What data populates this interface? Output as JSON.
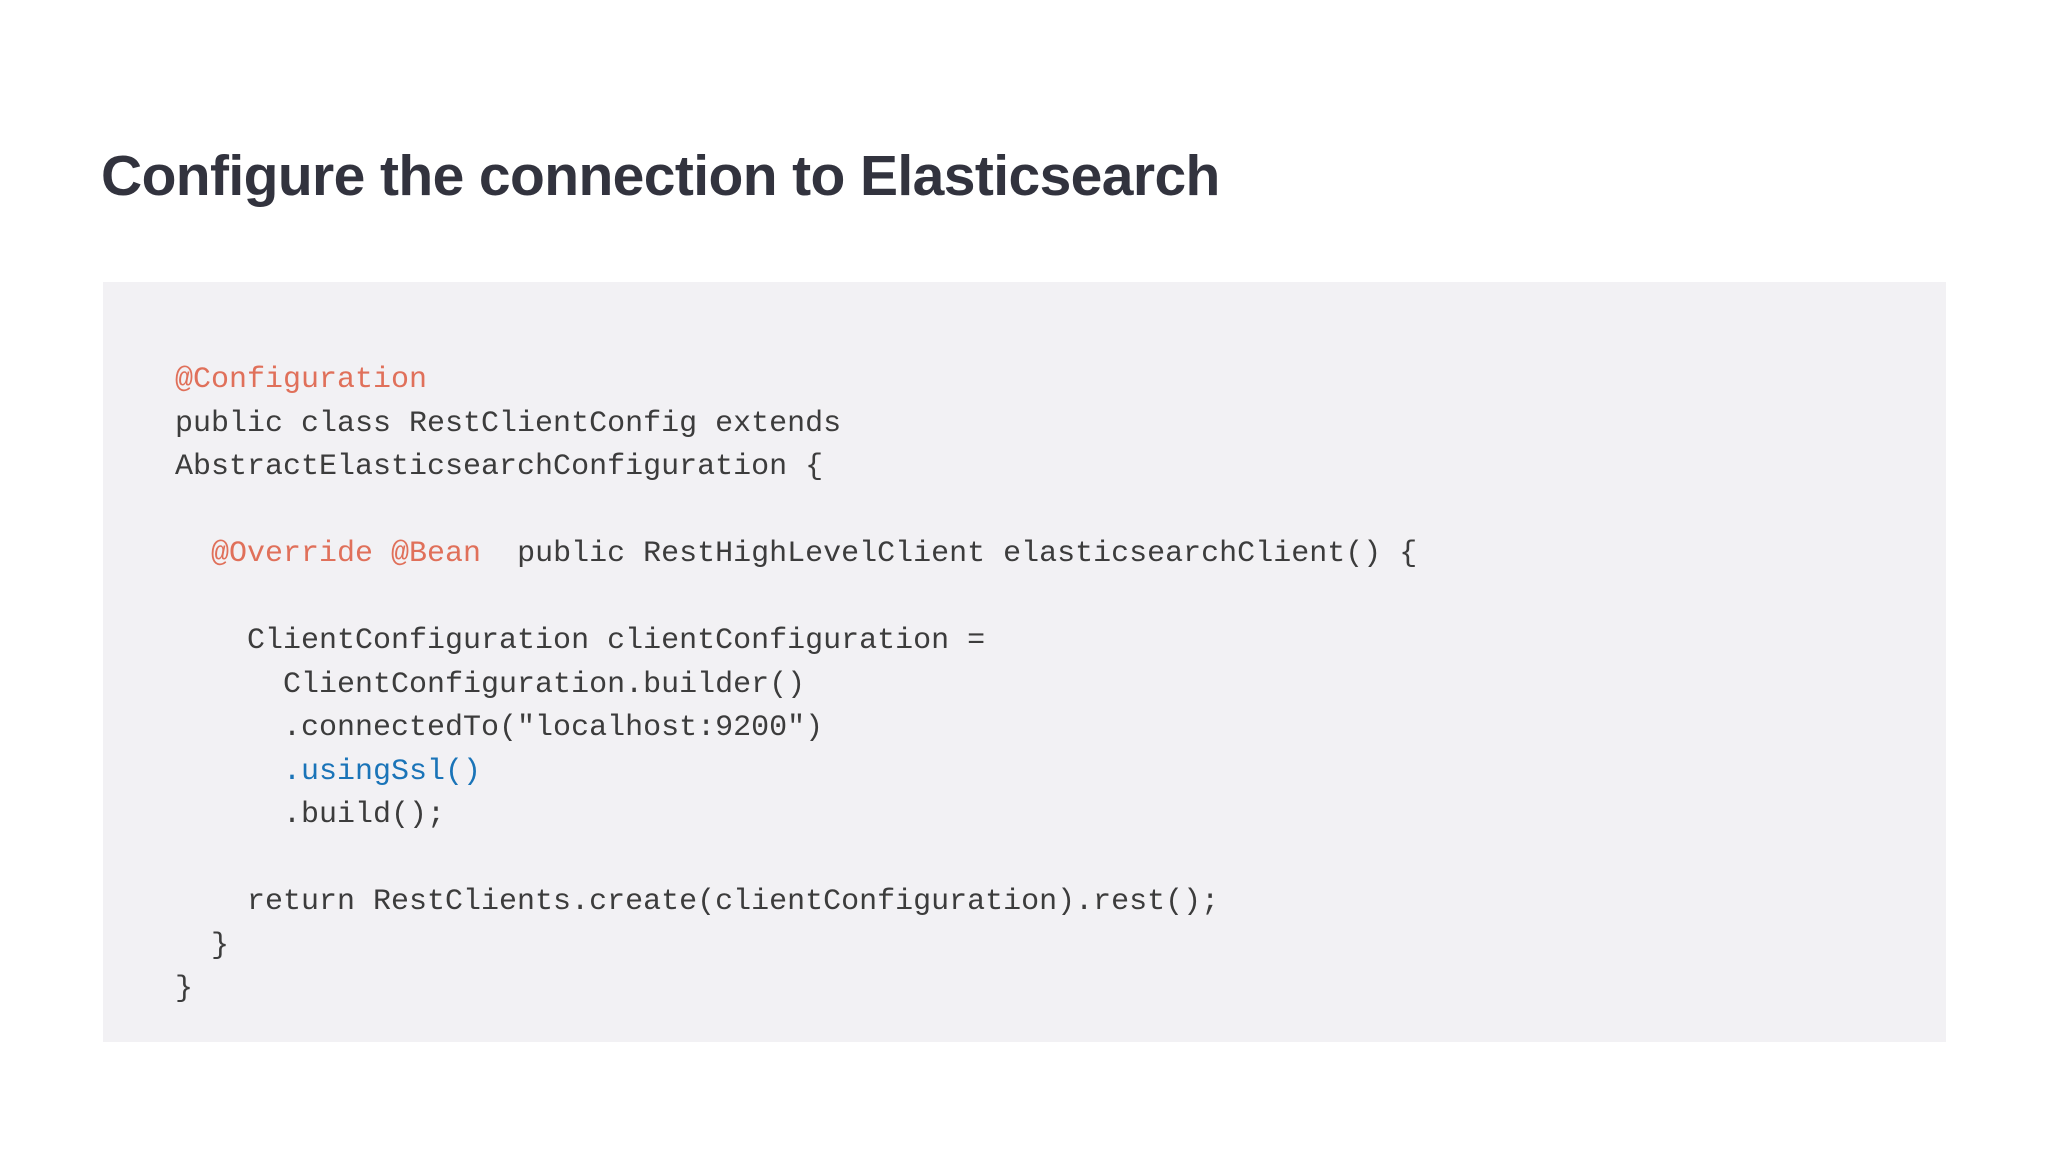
{
  "slide": {
    "title": "Configure the connection to Elasticsearch",
    "background_color": "#FFFFFF",
    "title_color": "#32333E"
  },
  "code_block": {
    "background_color": "#F2F1F4",
    "language": "java",
    "default_text_color": "#3C3C3C",
    "annotation_color": "#E0705A",
    "method_color": "#1A74B8",
    "lines": [
      {
        "index": 0,
        "text": "@Configuration",
        "segments": [
          {
            "text": "@Configuration",
            "style": "annotation"
          }
        ]
      },
      {
        "index": 1,
        "text": "public class RestClientConfig extends",
        "segments": [
          {
            "text": "public class RestClientConfig extends",
            "style": "plain"
          }
        ]
      },
      {
        "index": 2,
        "text": "AbstractElasticsearchConfiguration {",
        "segments": [
          {
            "text": "AbstractElasticsearchConfiguration {",
            "style": "plain"
          }
        ]
      },
      {
        "index": 3,
        "text": "",
        "segments": [
          {
            "text": " ",
            "style": "blank"
          }
        ]
      },
      {
        "index": 4,
        "text": "  @Override @Bean  public RestHighLevelClient elasticsearchClient() {",
        "segments": [
          {
            "text": "  ",
            "style": "plain"
          },
          {
            "text": "@Override @Bean",
            "style": "annotation"
          },
          {
            "text": "  public RestHighLevelClient elasticsearchClient() {",
            "style": "plain"
          }
        ]
      },
      {
        "index": 5,
        "text": "",
        "segments": [
          {
            "text": " ",
            "style": "blank"
          }
        ]
      },
      {
        "index": 6,
        "text": "    ClientConfiguration clientConfiguration =",
        "segments": [
          {
            "text": "    ClientConfiguration clientConfiguration =",
            "style": "plain"
          }
        ]
      },
      {
        "index": 7,
        "text": "      ClientConfiguration.builder()",
        "segments": [
          {
            "text": "      ClientConfiguration.builder()",
            "style": "plain"
          }
        ]
      },
      {
        "index": 8,
        "text": "      .connectedTo(\"localhost:9200\")",
        "segments": [
          {
            "text": "      .connectedTo(\"localhost:9200\")",
            "style": "plain"
          }
        ]
      },
      {
        "index": 9,
        "text": "      .usingSsl()",
        "segments": [
          {
            "text": "      ",
            "style": "plain"
          },
          {
            "text": ".usingSsl()",
            "style": "method"
          }
        ]
      },
      {
        "index": 10,
        "text": "      .build();",
        "segments": [
          {
            "text": "      .build();",
            "style": "plain"
          }
        ]
      },
      {
        "index": 11,
        "text": "",
        "segments": [
          {
            "text": " ",
            "style": "blank"
          }
        ]
      },
      {
        "index": 12,
        "text": "    return RestClients.create(clientConfiguration).rest();",
        "segments": [
          {
            "text": "    return RestClients.create(clientConfiguration).rest();",
            "style": "plain"
          }
        ]
      },
      {
        "index": 13,
        "text": "  }",
        "segments": [
          {
            "text": "  }",
            "style": "plain"
          }
        ]
      },
      {
        "index": 14,
        "text": "}",
        "segments": [
          {
            "text": "}",
            "style": "plain"
          }
        ]
      }
    ]
  }
}
